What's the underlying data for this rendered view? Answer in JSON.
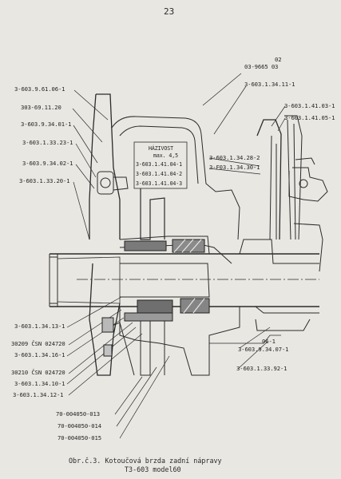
{
  "page_number": "23",
  "labels": {
    "l01": "3-603.9.61.06-1",
    "l02": "303-69.11.20",
    "l03": "3-603.9.34.01-1",
    "l04": "3-603.1.33.23-1",
    "l05": "3-603.9.34.02-1",
    "l06": "3-603.1.33.20-1",
    "l07": "3-603.1.34.13-1",
    "l08": "30209 ČSN 024720",
    "l09": "3-603.1.34.16-1",
    "l10": "30210 ČSN 024720",
    "l11": "3-603.1.34.10-1",
    "l12": "3-603.1.34.12-1",
    "l13": "70-004050-013",
    "l14": "70-004050-014",
    "l15": "70-004050-015",
    "r01a": "02",
    "r01b": "03-9665 03",
    "r02": "3-603.1.34.11-1",
    "r03": "3-603.1.41.03-1",
    "r04": "3-603.1.41.05-1",
    "r05": "3-603.1.34.28-2",
    "r06": "3-F03.1.34.30-1",
    "r07": "06-1",
    "r08": "3-603.9.34.07-1",
    "r09": "3-603.1.33.92-1",
    "c01": "3-603.1.41.04-1",
    "c02": "3-603.1.41.04-2",
    "c03": "3-603.1.41.04-3",
    "hz1": "HÁZIVOST",
    "hz2": "max. 4,5"
  },
  "caption": {
    "line1": "Obr.č.3. Kotoučová brzda zadní nápravy",
    "line2": "T3-603 model60"
  }
}
